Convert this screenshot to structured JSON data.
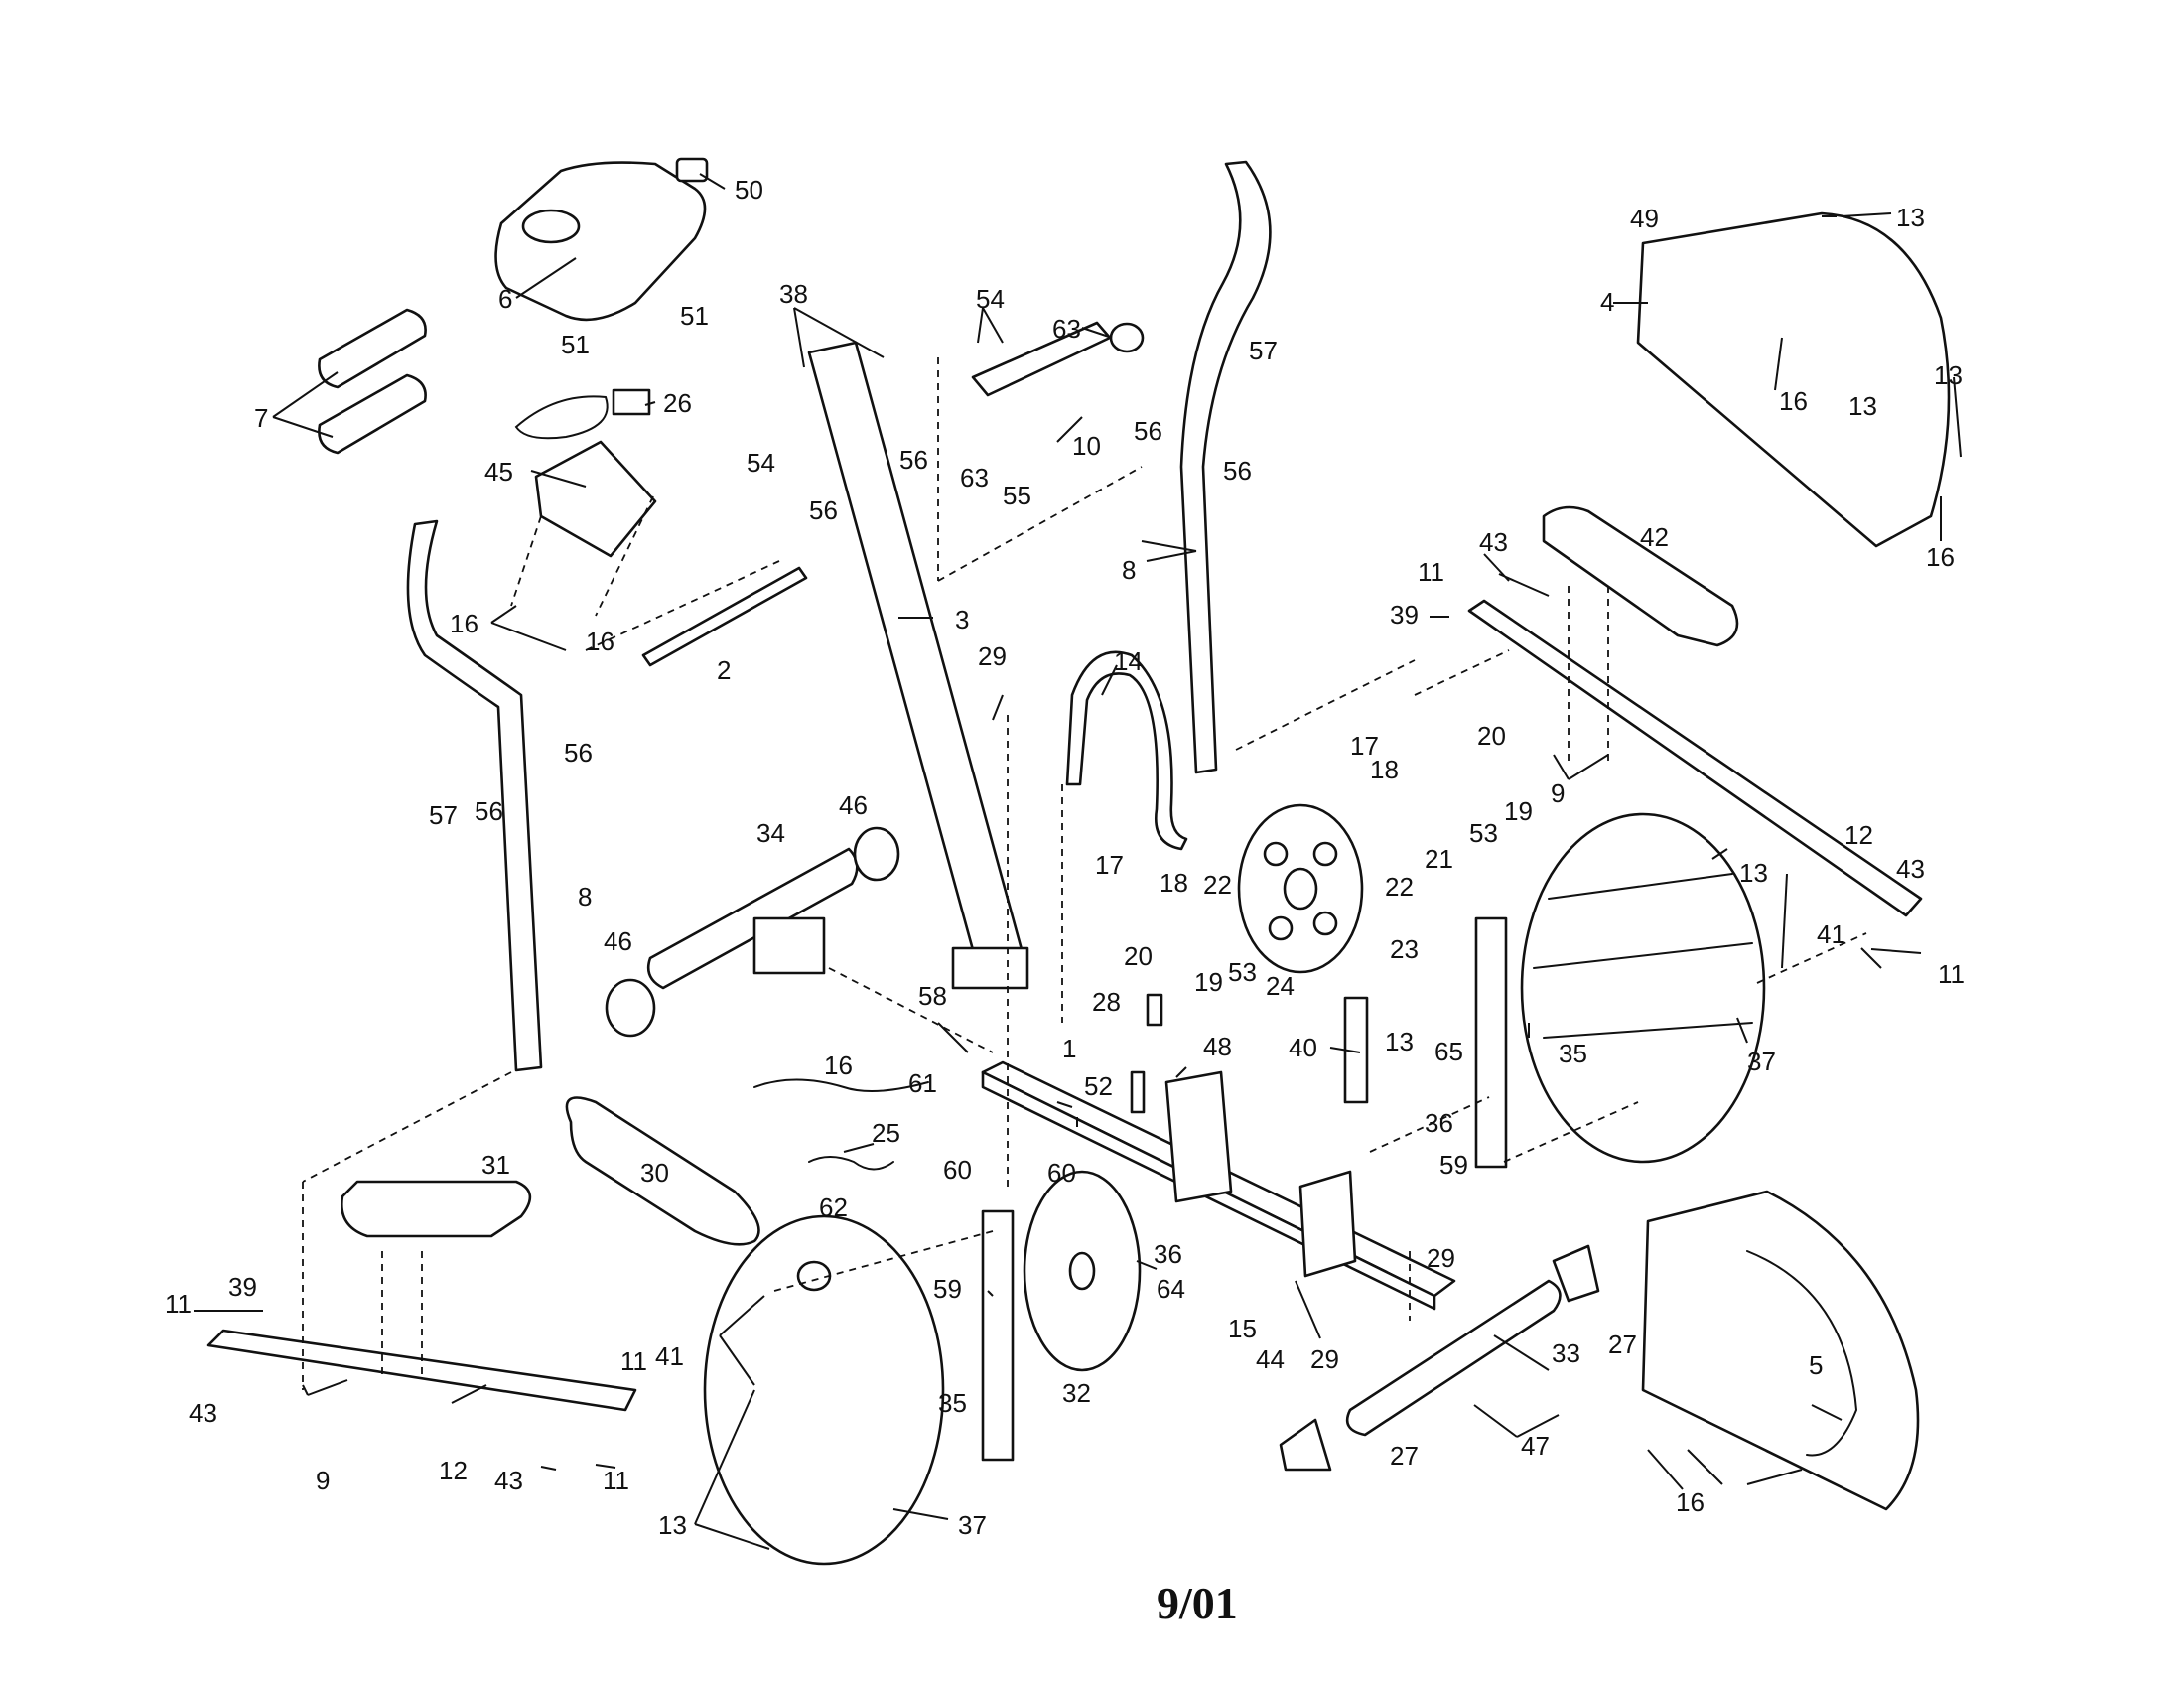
{
  "footer": {
    "revision_date": "9/01"
  },
  "colors": {
    "line": "#111111",
    "background": "#ffffff"
  },
  "callouts": [
    {
      "id": "c50",
      "num": "50"
    },
    {
      "id": "c6",
      "num": "6"
    },
    {
      "id": "c51a",
      "num": "51"
    },
    {
      "id": "c51b",
      "num": "51"
    },
    {
      "id": "c26",
      "num": "26"
    },
    {
      "id": "c7",
      "num": "7"
    },
    {
      "id": "c45",
      "num": "45"
    },
    {
      "id": "c16a",
      "num": "16"
    },
    {
      "id": "c16b",
      "num": "16"
    },
    {
      "id": "c38",
      "num": "38"
    },
    {
      "id": "c54a",
      "num": "54"
    },
    {
      "id": "c54b",
      "num": "54"
    },
    {
      "id": "c63a",
      "num": "63"
    },
    {
      "id": "c63b",
      "num": "63"
    },
    {
      "id": "c10",
      "num": "10"
    },
    {
      "id": "c55",
      "num": "55"
    },
    {
      "id": "c56a",
      "num": "56"
    },
    {
      "id": "c56b",
      "num": "56"
    },
    {
      "id": "c56c",
      "num": "56"
    },
    {
      "id": "c56d",
      "num": "56"
    },
    {
      "id": "c56e",
      "num": "56"
    },
    {
      "id": "c56f",
      "num": "56"
    },
    {
      "id": "c57a",
      "num": "57"
    },
    {
      "id": "c57b",
      "num": "57"
    },
    {
      "id": "c3",
      "num": "3"
    },
    {
      "id": "c2",
      "num": "2"
    },
    {
      "id": "c8a",
      "num": "8"
    },
    {
      "id": "c8b",
      "num": "8"
    },
    {
      "id": "c49",
      "num": "49"
    },
    {
      "id": "c13a",
      "num": "13"
    },
    {
      "id": "c4",
      "num": "4"
    },
    {
      "id": "c13b",
      "num": "13"
    },
    {
      "id": "c13c",
      "num": "13"
    },
    {
      "id": "c16c",
      "num": "16"
    },
    {
      "id": "c16d",
      "num": "16"
    },
    {
      "id": "c43a",
      "num": "43"
    },
    {
      "id": "c42",
      "num": "42"
    },
    {
      "id": "c11a",
      "num": "11"
    },
    {
      "id": "c39a",
      "num": "39"
    },
    {
      "id": "c29a",
      "num": "29"
    },
    {
      "id": "c14",
      "num": "14"
    },
    {
      "id": "c17a",
      "num": "17"
    },
    {
      "id": "c20a",
      "num": "20"
    },
    {
      "id": "c18a",
      "num": "18"
    },
    {
      "id": "c19a",
      "num": "19"
    },
    {
      "id": "c9a",
      "num": "9"
    },
    {
      "id": "c53a",
      "num": "53"
    },
    {
      "id": "c21",
      "num": "21"
    },
    {
      "id": "c12a",
      "num": "12"
    },
    {
      "id": "c34",
      "num": "34"
    },
    {
      "id": "c46a",
      "num": "46"
    },
    {
      "id": "c46b",
      "num": "46"
    },
    {
      "id": "c17b",
      "num": "17"
    },
    {
      "id": "c18b",
      "num": "18"
    },
    {
      "id": "c22a",
      "num": "22"
    },
    {
      "id": "c22b",
      "num": "22"
    },
    {
      "id": "c20b",
      "num": "20"
    },
    {
      "id": "c19b",
      "num": "19"
    },
    {
      "id": "c53b",
      "num": "53"
    },
    {
      "id": "c24",
      "num": "24"
    },
    {
      "id": "c23",
      "num": "23"
    },
    {
      "id": "c13d",
      "num": "13"
    },
    {
      "id": "c43b",
      "num": "43"
    },
    {
      "id": "c41a",
      "num": "41"
    },
    {
      "id": "c11b",
      "num": "11"
    },
    {
      "id": "c58",
      "num": "58"
    },
    {
      "id": "c28",
      "num": "28"
    },
    {
      "id": "c1",
      "num": "1"
    },
    {
      "id": "c48",
      "num": "48"
    },
    {
      "id": "c40",
      "num": "40"
    },
    {
      "id": "c13e",
      "num": "13"
    },
    {
      "id": "c65",
      "num": "65"
    },
    {
      "id": "c35a",
      "num": "35"
    },
    {
      "id": "c37a",
      "num": "37"
    },
    {
      "id": "c52",
      "num": "52"
    },
    {
      "id": "c36a",
      "num": "36"
    },
    {
      "id": "c59a",
      "num": "59"
    },
    {
      "id": "c16e",
      "num": "16"
    },
    {
      "id": "c61",
      "num": "61"
    },
    {
      "id": "c25",
      "num": "25"
    },
    {
      "id": "c60a",
      "num": "60"
    },
    {
      "id": "c60b",
      "num": "60"
    },
    {
      "id": "c62",
      "num": "62"
    },
    {
      "id": "c31",
      "num": "31"
    },
    {
      "id": "c30",
      "num": "30"
    },
    {
      "id": "c36b",
      "num": "36"
    },
    {
      "id": "c64",
      "num": "64"
    },
    {
      "id": "c29b",
      "num": "29"
    },
    {
      "id": "c15",
      "num": "15"
    },
    {
      "id": "c44",
      "num": "44"
    },
    {
      "id": "c29c",
      "num": "29"
    },
    {
      "id": "c27a",
      "num": "27"
    },
    {
      "id": "c33",
      "num": "33"
    },
    {
      "id": "c5",
      "num": "5"
    },
    {
      "id": "c11c",
      "num": "11"
    },
    {
      "id": "c39b",
      "num": "39"
    },
    {
      "id": "c43c",
      "num": "43"
    },
    {
      "id": "c11d",
      "num": "11"
    },
    {
      "id": "c41b",
      "num": "41"
    },
    {
      "id": "c59b",
      "num": "59"
    },
    {
      "id": "c35b",
      "num": "35"
    },
    {
      "id": "c32",
      "num": "32"
    },
    {
      "id": "c9b",
      "num": "9"
    },
    {
      "id": "c12b",
      "num": "12"
    },
    {
      "id": "c43d",
      "num": "43"
    },
    {
      "id": "c11e",
      "num": "11"
    },
    {
      "id": "c13f",
      "num": "13"
    },
    {
      "id": "c37b",
      "num": "37"
    },
    {
      "id": "c27b",
      "num": "27"
    },
    {
      "id": "c47",
      "num": "47"
    },
    {
      "id": "c16f",
      "num": "16"
    }
  ]
}
